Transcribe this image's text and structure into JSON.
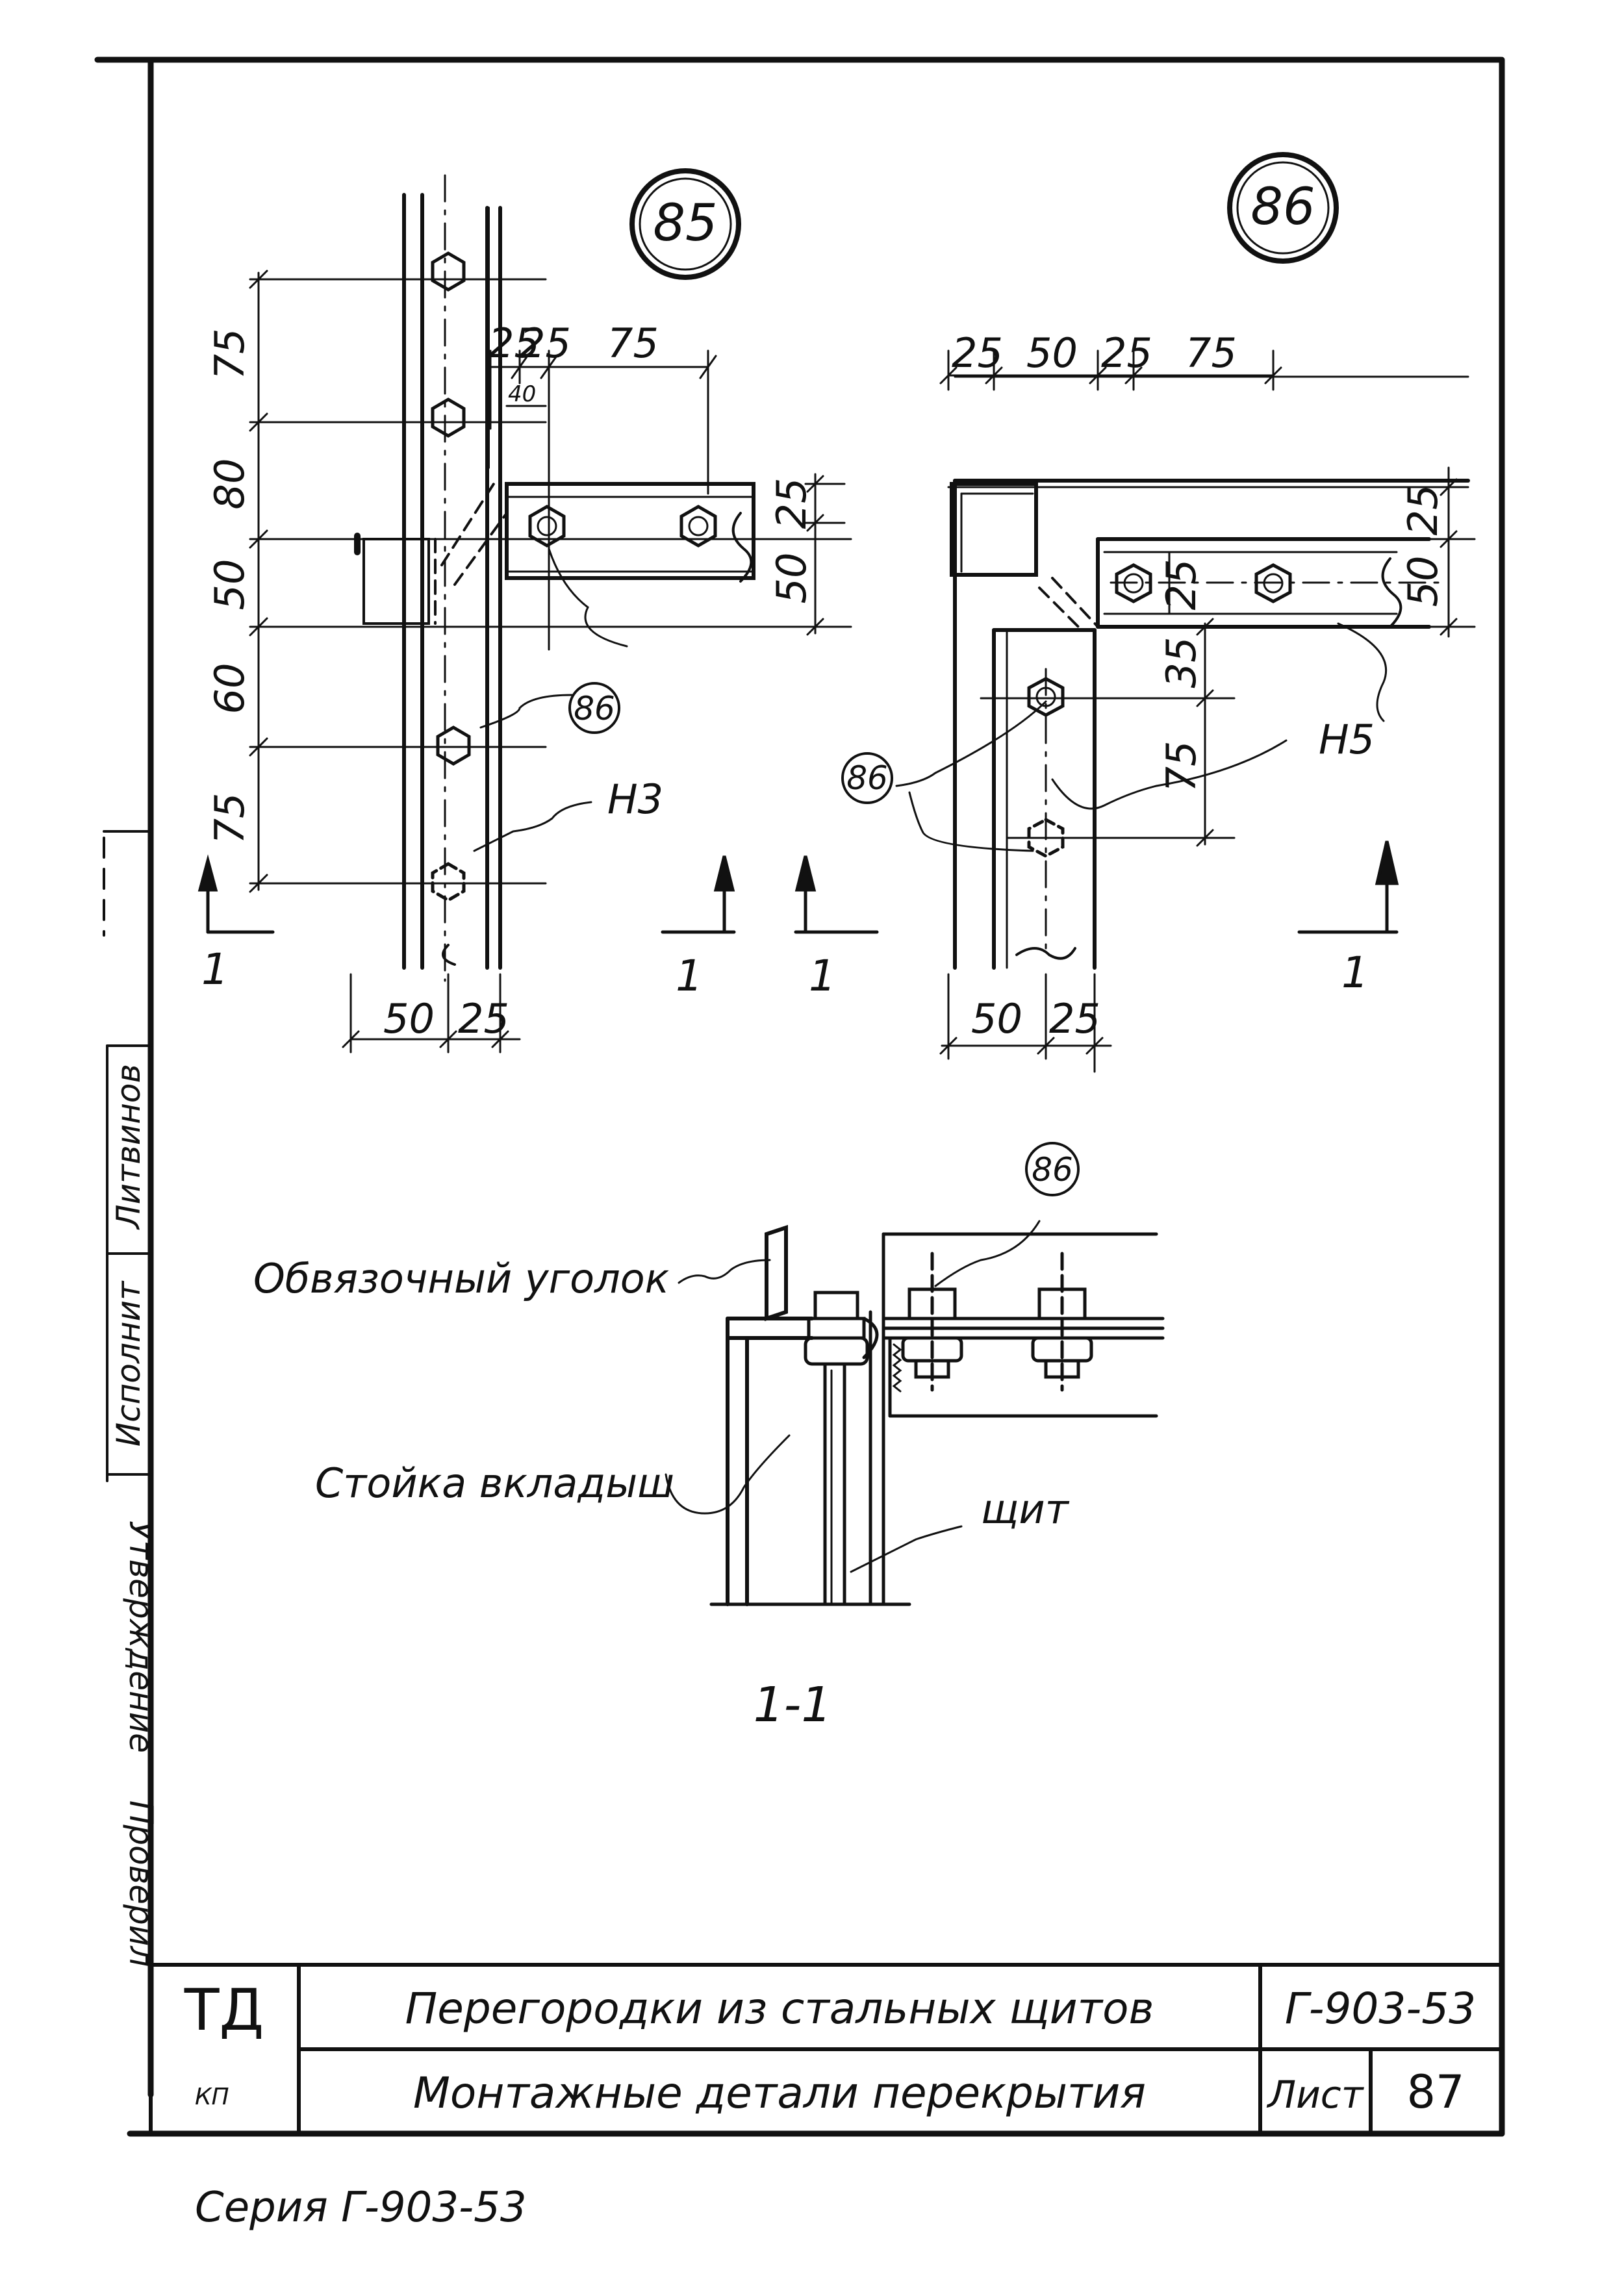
{
  "details": {
    "d85": {
      "marker": "85",
      "dims_top": [
        "25",
        "25",
        "75"
      ],
      "dim_small": "40",
      "dims_left": [
        "75",
        "80",
        "50",
        "60",
        "75"
      ],
      "dims_right": [
        "25",
        "50"
      ],
      "dims_bottom": [
        "50",
        "25"
      ],
      "callout_bolt": "86",
      "callout_part": "Н3",
      "section_marks": [
        "1",
        "1"
      ]
    },
    "d86": {
      "marker": "86",
      "dims_top": [
        "25",
        "50",
        "25",
        "75"
      ],
      "dims_right": [
        "25",
        "50"
      ],
      "dim_inner": "25",
      "dims_vertical": [
        "35",
        "75"
      ],
      "dims_bottom": [
        "50",
        "25"
      ],
      "callout_bolt": "86",
      "callout_part": "Н5",
      "section_marks": [
        "1",
        "1"
      ]
    }
  },
  "section": {
    "title": "1-1",
    "callout_bolt": "86",
    "label_angle": "Обвязочный уголок",
    "label_post": "Стойка вкладыш",
    "label_panel": "щит"
  },
  "sidebar": {
    "stamp_1": "Литвинов",
    "stamp_2": "Исполнит",
    "stamp_3": "Утверждение",
    "stamp_4": "Проверил"
  },
  "title_block": {
    "logo": "ТД",
    "logo_sub": "КП",
    "title": "Перегородки из стальных щитов",
    "subtitle": "Монтажные детали перекрытия",
    "series_code": "Г-903-53",
    "sheet_label": "Лист",
    "sheet_number": "87"
  },
  "footer": "Серия Г-903-53"
}
